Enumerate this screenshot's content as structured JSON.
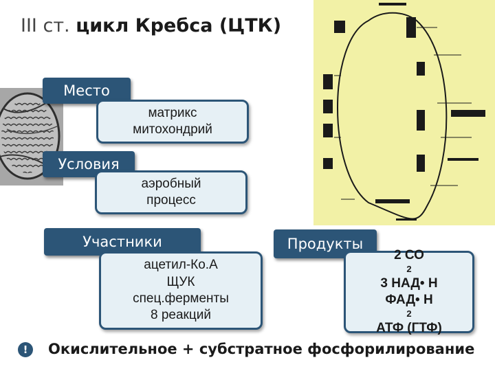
{
  "title": {
    "lead": "III ст. ",
    "main": "цикл Кребса (ЦТК)"
  },
  "place": {
    "label": "Место",
    "value": [
      "матрикс",
      "митохондрий"
    ]
  },
  "conditions": {
    "label": "Условия",
    "value": [
      "аэробный",
      "процесс"
    ]
  },
  "participants": {
    "label": "Участники",
    "items": [
      "ацетил-Ко.А",
      "ЩУК",
      "спец.ферменты",
      "8 реакций"
    ]
  },
  "products": {
    "label": "Продукты",
    "co2": "2 СО",
    "co2_sub": "2",
    "nadh": "3 НАД• Н",
    "fad": "ФАД• Н",
    "fad_sub": "2",
    "atp": "АТФ (ГТФ)"
  },
  "note": {
    "marker": "!",
    "text": "Окислительное + субстратное фосфорилирование"
  }
}
